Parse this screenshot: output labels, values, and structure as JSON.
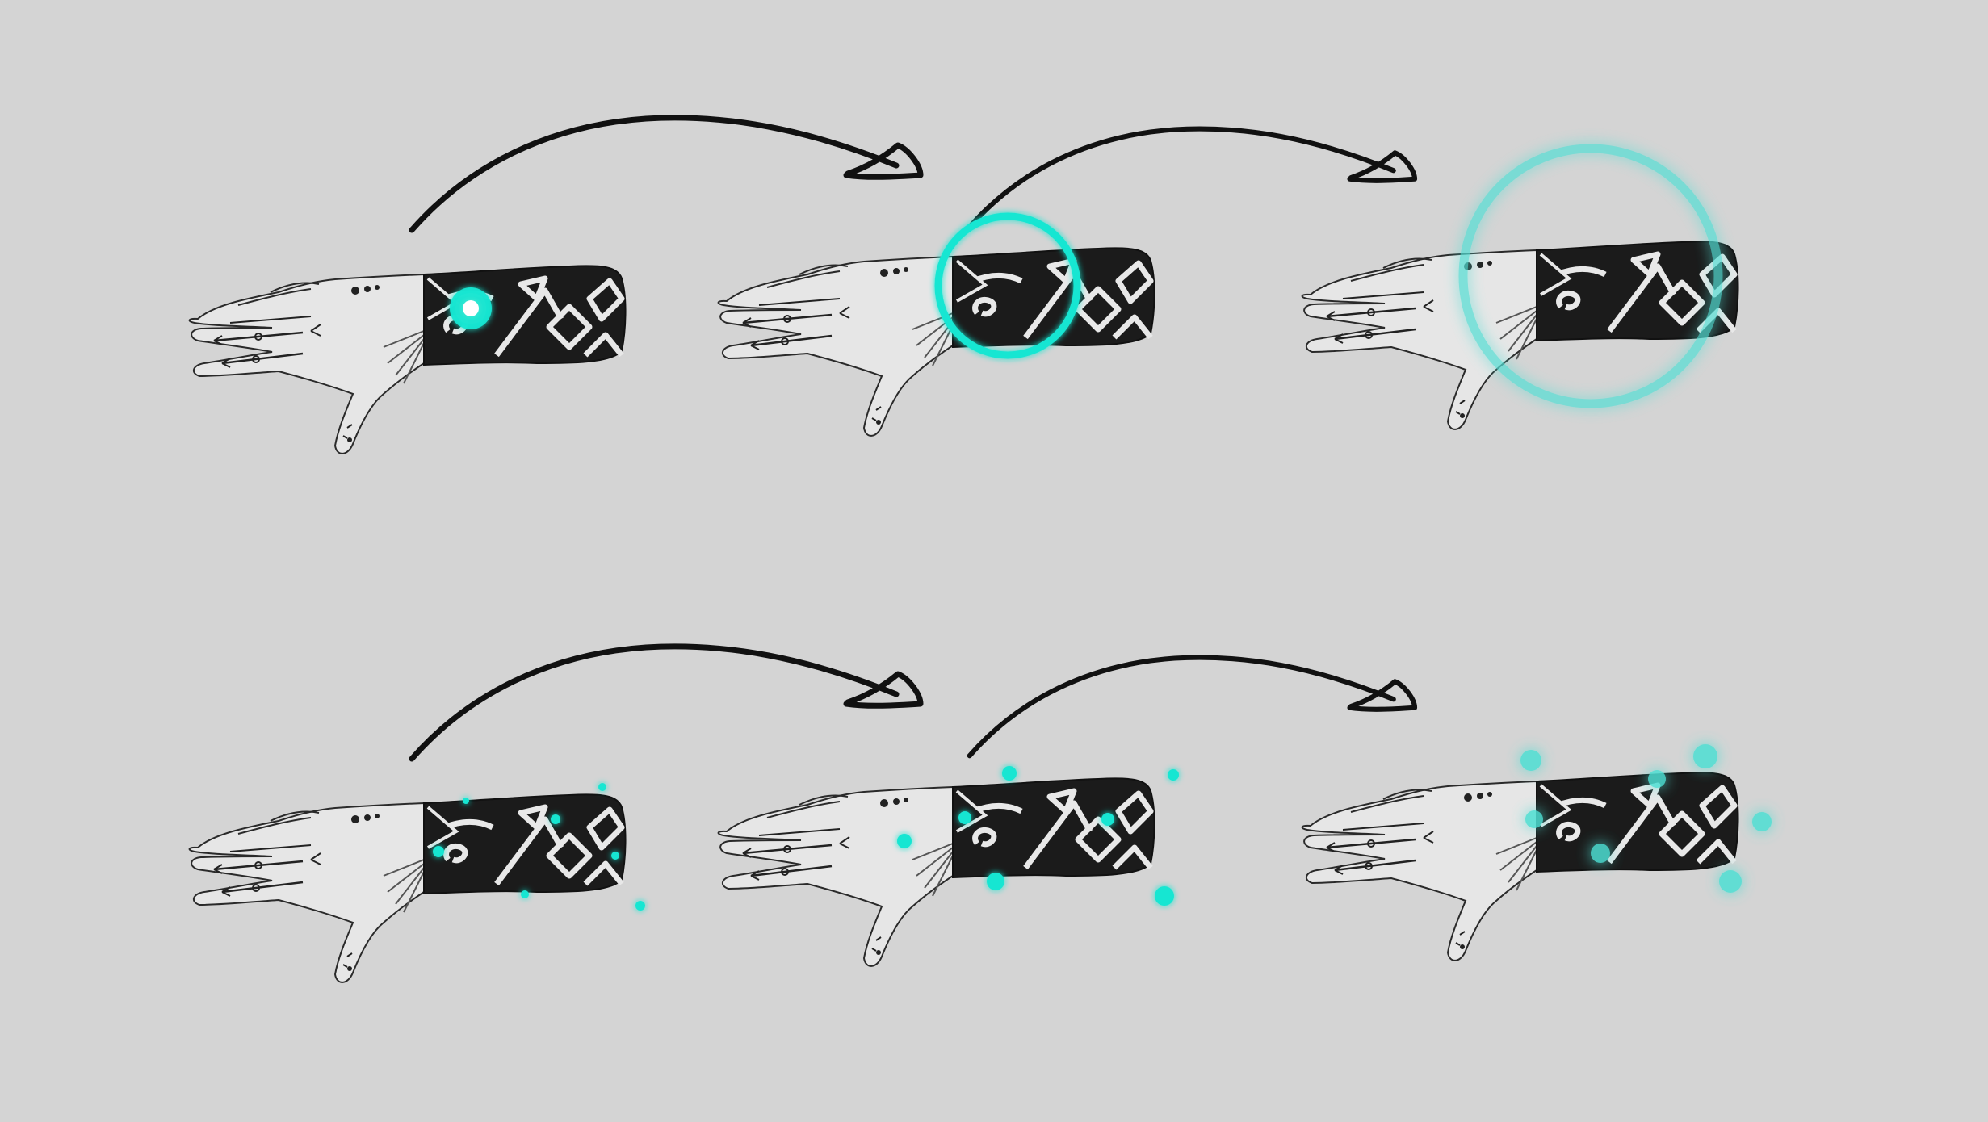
{
  "colors": {
    "background": "#d4d4d4",
    "glow": "#19e6d2",
    "glow_core": "#ffffff",
    "ink": "#111111",
    "skin": "#e6e6e6",
    "sleeve": "#1b1b1b",
    "pattern": "#e8e8e8"
  },
  "rows": [
    {
      "name": "ring-expansion-sequence",
      "frames": [
        {
          "name": "frame-point",
          "effect": "glow-point",
          "icons": [
            "hand-tattoo-icon",
            "glow-point-icon"
          ]
        },
        {
          "name": "frame-small-ring",
          "effect": "ring-small",
          "icons": [
            "hand-tattoo-icon",
            "glow-ring-icon"
          ]
        },
        {
          "name": "frame-large-ring",
          "effect": "ring-large",
          "icons": [
            "hand-tattoo-icon",
            "glow-ring-faded-icon"
          ]
        }
      ]
    },
    {
      "name": "particle-sequence",
      "frames": [
        {
          "name": "frame-small-particles",
          "effect": "particles-small",
          "icons": [
            "hand-tattoo-icon",
            "particle-icon"
          ]
        },
        {
          "name": "frame-medium-particles",
          "effect": "particles-medium",
          "icons": [
            "hand-tattoo-icon",
            "particle-icon"
          ]
        },
        {
          "name": "frame-glowing-particles",
          "effect": "particles-glow",
          "icons": [
            "hand-tattoo-icon",
            "particle-glow-icon"
          ]
        }
      ]
    }
  ],
  "arrows": [
    {
      "name": "arrow-row1-a",
      "icon": "curved-arrow-icon"
    },
    {
      "name": "arrow-row1-b",
      "icon": "curved-arrow-icon"
    },
    {
      "name": "arrow-row2-a",
      "icon": "curved-arrow-icon"
    },
    {
      "name": "arrow-row2-b",
      "icon": "curved-arrow-icon"
    }
  ]
}
